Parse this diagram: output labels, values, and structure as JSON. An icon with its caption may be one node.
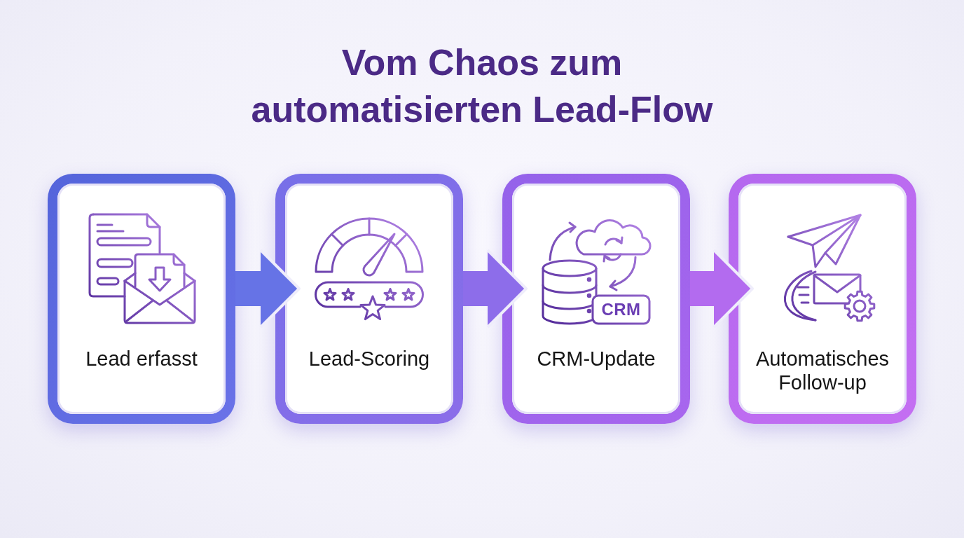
{
  "diagram": {
    "title": "Vom Chaos zum automatisierten Lead-Flow",
    "nodes": [
      {
        "text": [
          "Lead erfasst"
        ]
      },
      {
        "text": [
          "Lead-Scoring"
        ]
      },
      {
        "text": [
          "CRM-Update"
        ]
      },
      {
        "text": [
          "Automatisches Follow-up"
        ]
      }
    ],
    "edges": [
      {
        "from": 0,
        "to": 1,
        "arrow": "to"
      },
      {
        "from": 1,
        "to": 2,
        "arrow": "to"
      },
      {
        "from": 2,
        "to": 3,
        "arrow": "to"
      }
    ],
    "labels": [
      "CRM"
    ]
  }
}
